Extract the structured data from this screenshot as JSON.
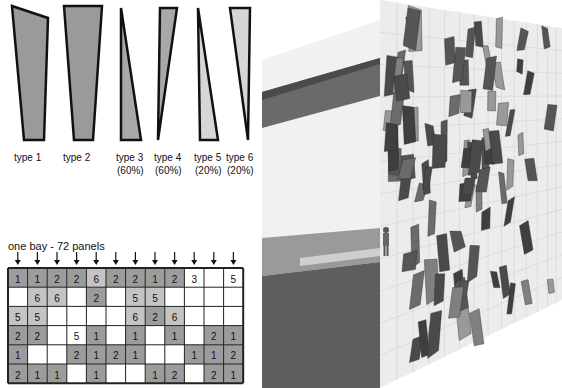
{
  "diagram": {
    "labels": [
      "type 1",
      "type 2",
      "type 3",
      "(60%)",
      "type 4",
      "(60%)",
      "type 5",
      "type 6",
      "(20%)",
      "(20%)",
      "one bay - 72 panels",
      "1",
      "1",
      "2",
      "2",
      "6",
      "2",
      "2",
      "1",
      "2",
      "3",
      "5",
      "6",
      "6",
      "2",
      "5",
      "5",
      "5",
      "5",
      "6",
      "2",
      "6",
      "2",
      "2",
      "5",
      "1",
      "1",
      "1",
      "2",
      "1",
      "1",
      "2",
      "1",
      "2",
      "1",
      "1",
      "1",
      "2",
      "2",
      "1",
      "1",
      "1",
      "1",
      "2",
      "2",
      "1"
    ]
  }
}
